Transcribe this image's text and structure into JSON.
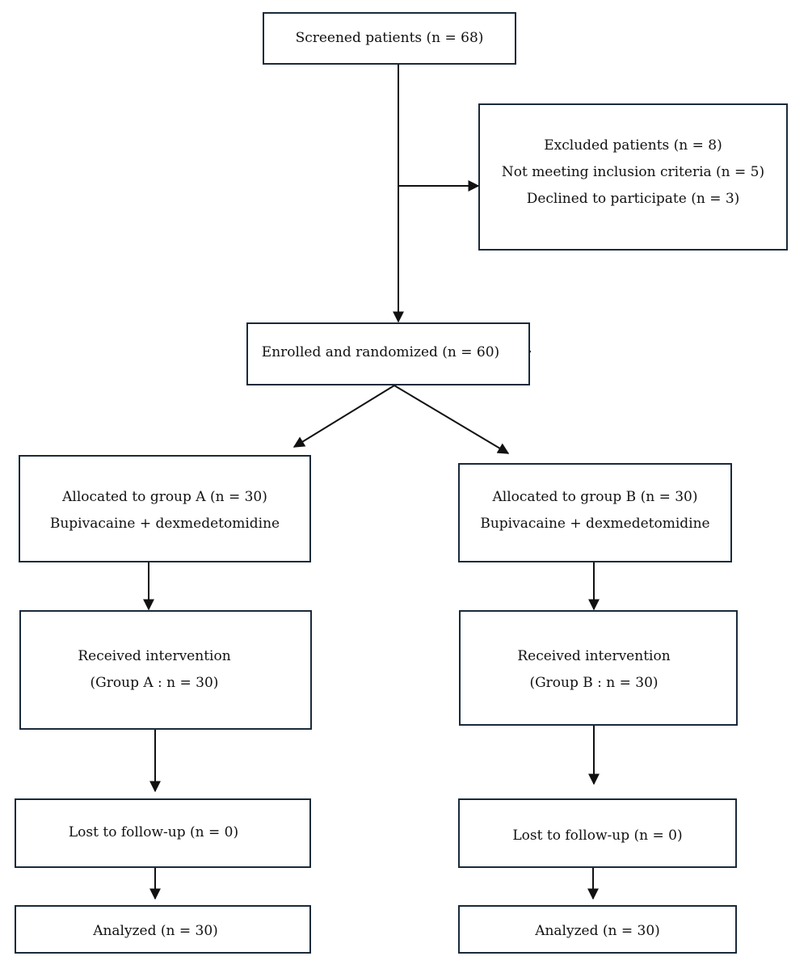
{
  "screened": {
    "label": "Screened patients (n = 68)"
  },
  "excluded": {
    "title": "Excluded patients (n = 8)",
    "reason1": "Not meeting inclusion criteria (n = 5)",
    "reason2": "Declined to participate (n = 3)"
  },
  "enrolled": {
    "label": "Enrolled and randomized (n = 60)"
  },
  "group_a": {
    "allocated": "Allocated to group A (n = 30)",
    "allocated_drug": "Bupivacaine + dexmedetomidine",
    "received": "Received intervention",
    "received_count": "(Group A : n = 30)",
    "lost": "Lost to follow-up (n = 0)",
    "analyzed": "Analyzed (n = 30)"
  },
  "group_b": {
    "allocated": "Allocated to group B (n = 30)",
    "allocated_drug": "Bupivacaine + dexmedetomidine",
    "received": "Received intervention",
    "received_count": "(Group B : n = 30)",
    "lost": "Lost to follow-up (n = 0)",
    "analyzed": "Analyzed (n = 30)"
  }
}
